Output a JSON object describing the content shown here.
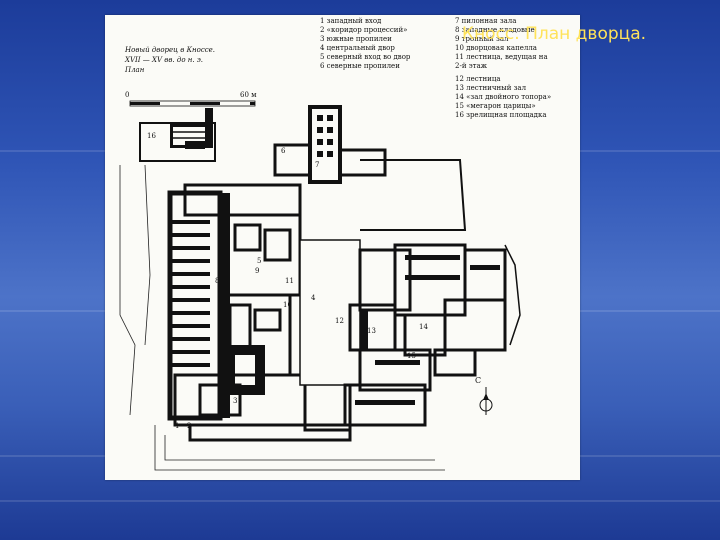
{
  "slide": {
    "title": "Кносс. План дворца."
  },
  "plan": {
    "caption_lines": [
      "Новый дворец в Кноссе.",
      "XVII — XV вв. до н. э.",
      "План"
    ],
    "scale": {
      "start": "0",
      "end": "60 м"
    },
    "north": "С",
    "legend_left": [
      "1 западный вход",
      "2 «коридор процессий»",
      "3 южные пропилеи",
      "4 центральный двор",
      "5 северный вход во двор",
      "6 северные пропилеи"
    ],
    "legend_right": [
      "7 пилонная зала",
      "8 западные кладовые",
      "9 тронный зал",
      "10 дворцовая капелла",
      "11 лестница, ведущая на",
      "   2-й этаж",
      "12 лестница",
      "13 лестничный зал",
      "14 «зал двойного топора»",
      "15 «мегарон царицы»",
      "16 зрелищная площадка"
    ],
    "room_numbers": [
      "1",
      "2",
      "3",
      "4",
      "5",
      "6",
      "7",
      "8",
      "9",
      "10",
      "11",
      "12",
      "13",
      "14",
      "15",
      "16"
    ]
  },
  "colors": {
    "title": "#ffe35a",
    "ink": "#111111",
    "paper": "#fbfbf7"
  }
}
